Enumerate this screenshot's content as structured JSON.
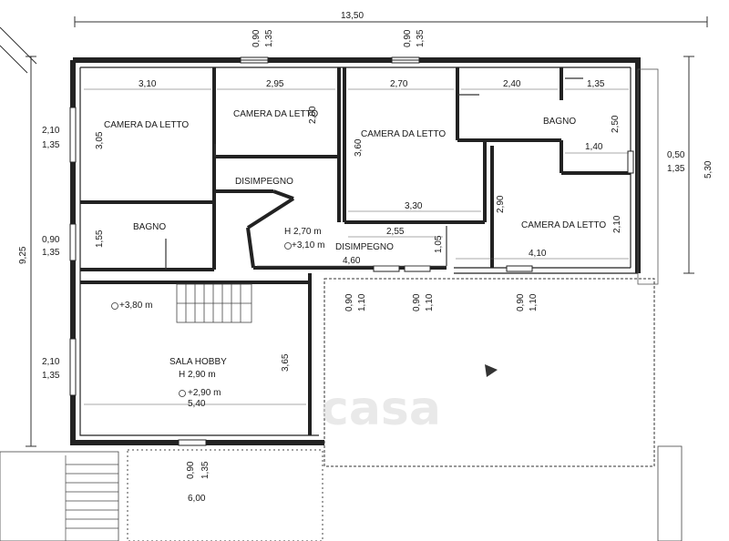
{
  "rooms": {
    "camera1": "CAMERA DA LETTO",
    "camera2": "CAMERA DA LETTO",
    "camera3": "CAMERA DA LETTO",
    "camera4": "CAMERA DA LETTO",
    "bagno_right": "BAGNO",
    "bagno_left": "BAGNO",
    "disimpegno_top": "DISIMPEGNO",
    "disimpegno_bottom": "DISIMPEGNO",
    "sala_hobby": "SALA HOBBY",
    "sala_hobby_h": "H 2,90 m",
    "disimpegno_h": "H 2,70 m"
  },
  "levels": {
    "disimpegno": "+3,10 m",
    "stair": "+3,80 m",
    "sala": "+2,90 m"
  },
  "dimensions": {
    "total_width": "13,50",
    "total_height": "9,25",
    "right_height": "5,30",
    "w_310": "3,10",
    "w_295": "2,95",
    "w_270": "2,70",
    "w_240": "2,40",
    "w_135_top": "1,35",
    "w_140": "1,40",
    "w_330": "3,30",
    "w_255": "2,55",
    "w_460": "4,60",
    "w_410": "4,10",
    "w_540": "5,40",
    "w_600": "6,00",
    "h_305": "3,05",
    "h_200": "2,00",
    "h_360": "3,60",
    "h_250": "2,50",
    "h_290": "2,90",
    "h_210": "2,10",
    "h_155": "1,55",
    "h_105": "1,05",
    "h_365": "3,65",
    "win_top1_a": "0,90",
    "win_top1_b": "1,35",
    "win_top2_a": "0,90",
    "win_top2_b": "1,35",
    "win_left1_a": "2,10",
    "win_left1_b": "1,35",
    "win_left2_a": "0,90",
    "win_left2_b": "1,35",
    "win_left3_a": "2,10",
    "win_left3_b": "1,35",
    "win_right_a": "0,50",
    "win_right_b": "1,35",
    "win_mid1_a": "0,90",
    "win_mid1_b": "1,10",
    "win_mid2_a": "0,90",
    "win_mid2_b": "1,10",
    "win_mid3_a": "0,90",
    "win_mid3_b": "1,10",
    "win_bottom_a": "0,90",
    "win_bottom_b": "1,35"
  },
  "watermark": "casa"
}
